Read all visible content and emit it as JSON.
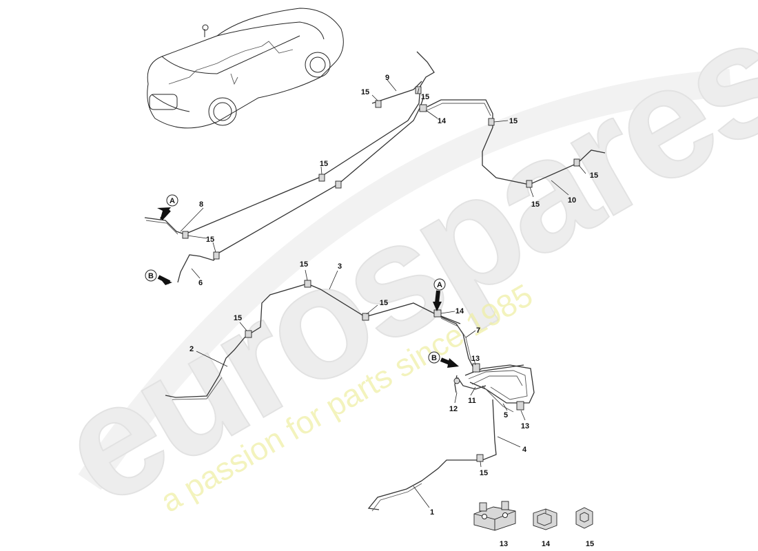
{
  "watermark": {
    "brand": "eurospares",
    "tagline": "a passion for parts since 1985"
  },
  "callouts": {
    "A": "A",
    "B": "B"
  },
  "labels": {
    "p1": "1",
    "p2": "2",
    "p3": "3",
    "p4": "4",
    "p5": "5",
    "p6": "6",
    "p7": "7",
    "p8": "8",
    "p9": "9",
    "p10": "10",
    "p11": "11",
    "p12": "12",
    "p13": "13",
    "p14": "14",
    "p15": "15"
  },
  "colors": {
    "line": "#222222",
    "clip_fill": "#d8d8d8",
    "watermark_text": "#ededed",
    "watermark_tagline": "#efefa8"
  }
}
